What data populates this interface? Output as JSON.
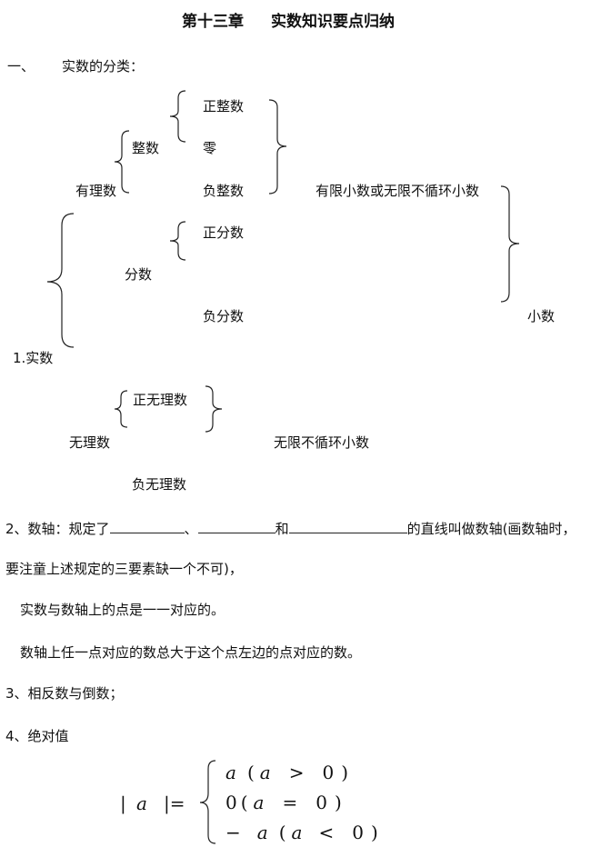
{
  "title": {
    "chapter": "第十三章",
    "name": "实数知识要点归纳"
  },
  "section1": {
    "number": "一、",
    "heading": "实数的分类："
  },
  "tree": {
    "shiShu": "1.实数",
    "youLiShu": "有理数",
    "zhengShu": "整数",
    "zhengZhengShu": "正整数",
    "ling": "零",
    "fuZhengShu": "负整数",
    "fenShu": "分数",
    "zhengFenShu": "正分数",
    "fuFenShu": "负分数",
    "finiteOrRepeating": "有限小数或无限不循环小数",
    "xiaoShu": "小数",
    "wuLiShu": "无理数",
    "zhengWuLiShu": "正无理数",
    "fuWuLiShu": "负无理数",
    "nonRepeating": "无限不循环小数"
  },
  "section2": {
    "line1_a": "2、数轴：规定了",
    "sep1": "、",
    "sep2": "和",
    "line1_b": "的直线叫做数轴(画数轴时，",
    "line2": "要注童上述规定的三要素缺一个不可)，",
    "line3": "实数与数轴上的点是一一对应的。",
    "line4": "数轴上任一点对应的数总大于这个点左边的点对应的数。"
  },
  "section3": {
    "text": "3、相反数与倒数；"
  },
  "section4": {
    "text": "4、绝对值"
  },
  "absValue": {
    "lhs_bar1": "|",
    "lhs_var": "a",
    "lhs_bar2": "|=",
    "case1": {
      "val": "a",
      "open": "(",
      "var": "a",
      "op": ">",
      "num": "0",
      "close": ")"
    },
    "case2": {
      "val": "0",
      "open": "(",
      "var": "a",
      "op": "=",
      "num": "0",
      "close": ")"
    },
    "case3": {
      "neg": "−",
      "val": "a",
      "open": "(",
      "var": "a",
      "op": "<",
      "num": "0",
      "close": ")"
    }
  }
}
